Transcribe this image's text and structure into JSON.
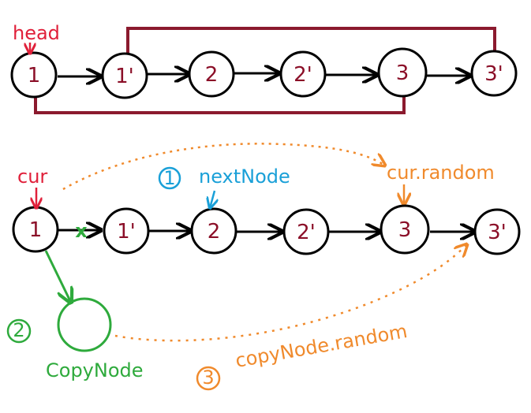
{
  "colors": {
    "node": "#000000",
    "node_text": "#8b0f28",
    "random_link": "#8b1a2e",
    "head_label": "#e0203a",
    "cur_label": "#e0203a",
    "next_label": "#1aa0d8",
    "orange": "#f08a2c",
    "green": "#2eaa3c"
  },
  "top_list": {
    "head_label": "head",
    "nodes": [
      "1",
      "1'",
      "2",
      "2'",
      "3",
      "3'"
    ]
  },
  "bottom_list": {
    "cur_label": "cur",
    "nodes": [
      "1",
      "1'",
      "2",
      "2'",
      "3",
      "3'"
    ],
    "cut_mark": "x",
    "copy_label": "CopyNode",
    "steps": {
      "step1_marker": "1",
      "step1_text": "nextNode",
      "step2_marker": "2",
      "step3_marker": "3",
      "step3_text": "copyNode.random",
      "cur_random_text": "cur.random"
    }
  }
}
